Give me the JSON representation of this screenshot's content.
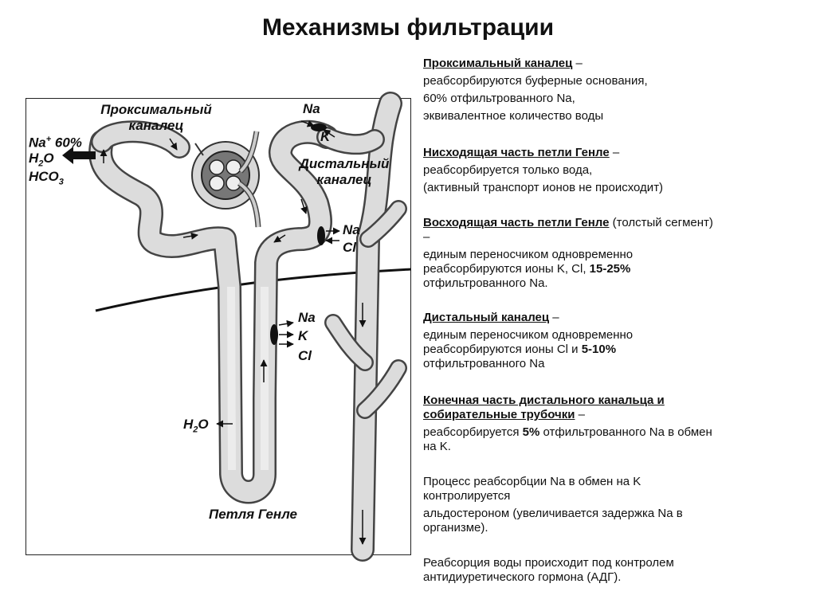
{
  "title": "Механизмы фильтрации",
  "diagram": {
    "proximal_label_1": "Проксимальный",
    "proximal_label_2": "каналец",
    "na_percent_a": "Na",
    "na_percent_sup": "+",
    "na_percent_b": " 60%",
    "h2o_a": "H",
    "h2o_sub": "2",
    "h2o_b": "O",
    "hco3_a": "HCO",
    "hco3_sub": "3",
    "na_top": "Na",
    "k_top": "K",
    "distal_label_1": "Дистальный",
    "distal_label_2": "каналец",
    "na_mid": "Na",
    "cl_mid": "Cl",
    "na_low": "Na",
    "k_low": "K",
    "cl_low": "Cl",
    "h2o_loop_a": "H",
    "h2o_loop_sub": "2",
    "h2o_loop_b": "O",
    "loop_label": "Петля Генле"
  },
  "notes": {
    "p1_head": "Проксимальный каналец",
    "p1_dash": " –",
    "p1_l1": "реабсорбируются  буферные основания,",
    "p1_l2": "60% отфильтрованного Na,",
    "p1_l3": "эквивалентное количество воды",
    "p2_head": "Нисходящая часть петли Генле",
    "p2_dash": " –",
    "p2_l1": "реабсорбируется только вода,",
    "p2_l2": "(активный транспорт ионов не происходит)",
    "p3_head": "Восходящая часть петли Генле",
    "p3_rest": " (толстый сегмент)",
    "p3_dash": "–",
    "p3_l1": "единым переносчиком одновременно",
    "p3_l2a": "реабсорбируются ионы K, Cl, ",
    "p3_l2b": "15-25%",
    "p3_l3": "отфильтрованного Na.",
    "p4_head": "Дистальный каналец",
    "p4_dash": " –",
    "p4_l1": "единым переносчиком одновременно",
    "p4_l2a": "реабсорбируются ионы Cl и ",
    "p4_l2b": "5-10%",
    "p4_l3": "отфильтрованного Na",
    "p5_head1": "Конечная часть дистального канальца и",
    "p5_head2": "собирательные трубочки",
    "p5_dash": " –",
    "p5_l1a": "реабсорбируется ",
    "p5_l1b": "5%",
    "p5_l1c": " отфильтрованного Na в обмен",
    "p5_l2": "на K.",
    "p6_l1": "Процесс реабсорбции Na в обмен на K",
    "p6_l2": "контролируется",
    "p6_l3": "альдостероном (увеличивается задержка Na в",
    "p6_l4": "организме).",
    "p7_l1": "Реабсорция воды происходит под контролем",
    "p7_l2": "антидиуретического гормона (АДГ)."
  }
}
